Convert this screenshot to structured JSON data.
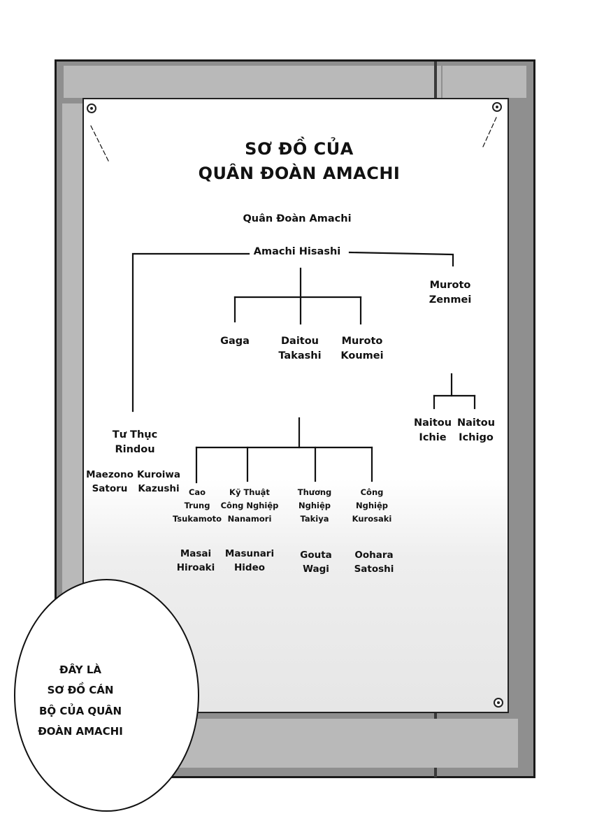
{
  "chart_title": [
    "SƠ ĐỒ CỦA",
    "QUÂN ĐOÀN AMACHI"
  ],
  "organization": "Quân Đoàn Amachi",
  "leader": "Amachi Hisashi",
  "right_branch": {
    "head": [
      "Muroto",
      "Zenmei"
    ],
    "children": [
      [
        "Naitou",
        "Ichie"
      ],
      [
        "Naitou",
        "Ichigo"
      ]
    ]
  },
  "center_children": [
    [
      "Gaga"
    ],
    [
      "Daitou",
      "Takashi"
    ],
    [
      "Muroto",
      "Koumei"
    ]
  ],
  "left_branch": {
    "head": [
      "Tư Thục",
      "Rindou"
    ],
    "members": [
      [
        "Maezono",
        "Satoru"
      ],
      [
        "Kuroiwa",
        "Kazushi"
      ]
    ]
  },
  "companies": [
    {
      "name": [
        "Cao",
        "Trung",
        "Tsukamoto"
      ],
      "person": [
        "Masai",
        "Hiroaki"
      ]
    },
    {
      "name": [
        "Kỹ Thuật",
        "Công Nghiệp",
        "Nanamori"
      ],
      "person": [
        "Masunari",
        "Hideo"
      ]
    },
    {
      "name": [
        "Thương",
        "Nghiệp",
        "Takiya"
      ],
      "person": [
        "Gouta",
        "Wagi"
      ]
    },
    {
      "name": [
        "Công",
        "Nghiệp",
        "Kurosaki"
      ],
      "person": [
        "Oohara",
        "Satoshi"
      ]
    }
  ],
  "speech_bubble": [
    "ĐÂY LÀ",
    "SƠ ĐỒ CÁN",
    "BỘ CỦA QUÂN",
    "ĐOÀN AMACHI"
  ],
  "colors": {
    "ink": "#111111",
    "board": "#8f8f8f",
    "poster": "#ffffff"
  }
}
